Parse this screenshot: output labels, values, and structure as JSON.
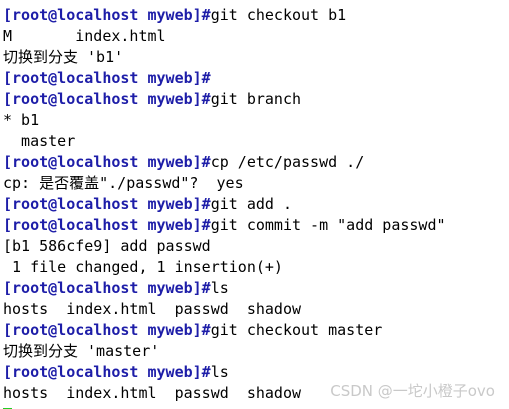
{
  "terminal": {
    "prompt": "[root@localhost myweb]#",
    "lines": [
      {
        "cmd": "git checkout b1"
      },
      {
        "out": "M\tindex.html"
      },
      {
        "out": "切换到分支 'b1'"
      },
      {
        "cmd": ""
      },
      {
        "cmd": "git branch"
      },
      {
        "out": "* b1"
      },
      {
        "out": "  master"
      },
      {
        "cmd": "cp /etc/passwd ./"
      },
      {
        "out": "cp: 是否覆盖\"./passwd\"?  yes"
      },
      {
        "cmd": "git add ."
      },
      {
        "cmd": "git commit -m \"add passwd\""
      },
      {
        "out": "[b1 586cfe9] add passwd"
      },
      {
        "out": " 1 file changed, 1 insertion(+)"
      },
      {
        "cmd": "ls"
      },
      {
        "out": "hosts  index.html  passwd  shadow"
      },
      {
        "cmd": "git checkout master"
      },
      {
        "out": "切换到分支 'master'"
      },
      {
        "cmd": "ls"
      },
      {
        "out": "hosts  index.html  passwd  shadow"
      }
    ]
  },
  "watermark": "CSDN @一坨小橙子ovo",
  "colors": {
    "prompt": "#1d1da8",
    "cursor": "#22cc22",
    "background": "#ffffff"
  }
}
